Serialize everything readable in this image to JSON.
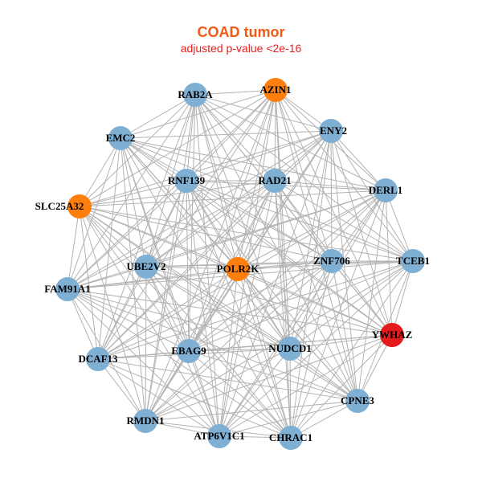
{
  "title": "COAD tumor",
  "subtitle": "adjusted p-value <2e-16",
  "colors": {
    "title": "#f05a14",
    "subtitle": "#ee1c1c",
    "default_node": "#7fb0d4",
    "orange_node": "#ff7f0e",
    "red_node": "#e41a1c",
    "edge": "#b3b3b3"
  },
  "nodes": [
    {
      "id": "RAB2A",
      "type": "default"
    },
    {
      "id": "AZIN1",
      "type": "orange"
    },
    {
      "id": "EMC2",
      "type": "default"
    },
    {
      "id": "ENY2",
      "type": "default"
    },
    {
      "id": "RNF139",
      "type": "default"
    },
    {
      "id": "RAD21",
      "type": "default"
    },
    {
      "id": "DERL1",
      "type": "default"
    },
    {
      "id": "SLC25A32",
      "type": "orange"
    },
    {
      "id": "UBE2V2",
      "type": "default"
    },
    {
      "id": "POLR2K",
      "type": "orange"
    },
    {
      "id": "ZNF706",
      "type": "default"
    },
    {
      "id": "TCEB1",
      "type": "default"
    },
    {
      "id": "FAM91A1",
      "type": "default"
    },
    {
      "id": "YWHAZ",
      "type": "red"
    },
    {
      "id": "EBAG9",
      "type": "default"
    },
    {
      "id": "NUDCD1",
      "type": "default"
    },
    {
      "id": "DCAF13",
      "type": "default"
    },
    {
      "id": "CPNE3",
      "type": "default"
    },
    {
      "id": "RMDN1",
      "type": "default"
    },
    {
      "id": "ATP6V1C1",
      "type": "default"
    },
    {
      "id": "CHRAC1",
      "type": "default"
    }
  ],
  "edges": "complete"
}
